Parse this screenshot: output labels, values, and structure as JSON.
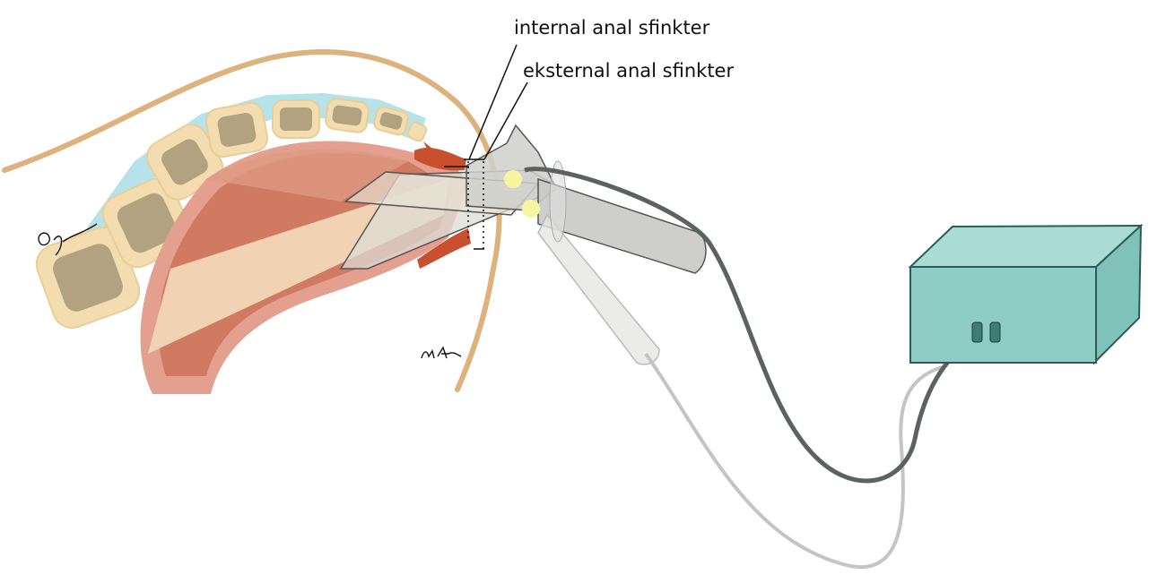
{
  "labels": {
    "internal_sphincter": "internal anal sfinkter",
    "external_sphincter": "eksternal anal sfinkter"
  },
  "signatures": [
    "O.G. Dinc",
    "M. Ates"
  ],
  "colors": {
    "skin_line": "#ddb27c",
    "bone": "#f3ddb0",
    "disc": "#b6e2ea",
    "rectum_wall": "#e4a08e",
    "muscle": "#d07a62",
    "sphincter": "#c8502e",
    "device_box": "#8ecdc6",
    "cable_dark": "#5c625f",
    "cable_light": "#c4c4c4"
  }
}
